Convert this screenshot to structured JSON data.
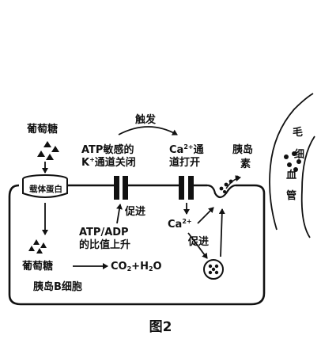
{
  "labels": {
    "glucose_outside": "葡萄糖",
    "carrier_protein": "载体蛋白",
    "glucose_inside": "葡萄糖",
    "cell_name": "胰岛B细胞",
    "atp_k_channel_line1": "ATP敏感的",
    "atp_k_channel_line2_prefix": "K",
    "atp_k_channel_line2_sup": "+",
    "atp_k_channel_line2_suffix": "通道关闭",
    "trigger": "触发",
    "ca_channel_line1_prefix": "Ca",
    "ca_channel_line1_sup": "2+",
    "ca_channel_line1_suffix": "通",
    "ca_channel_line2": "道打开",
    "promote_1": "促进",
    "atp_adp_line1": "ATP/ADP",
    "atp_adp_line2": "的比值上升",
    "product_co2_prefix": "CO",
    "product_co2_sub": "2",
    "product_plus": "+H",
    "product_h2o_sub": "2",
    "product_o": "O",
    "ca_ion_prefix": "Ca",
    "ca_ion_sup": "2+",
    "promote_2": "促进",
    "insulin_line1": "胰岛",
    "insulin_line2": "素",
    "capillary_chars": [
      "毛",
      "细",
      "血",
      "管"
    ],
    "figure_caption": "图2"
  },
  "colors": {
    "ink": "#111111",
    "background": "#ffffff"
  }
}
